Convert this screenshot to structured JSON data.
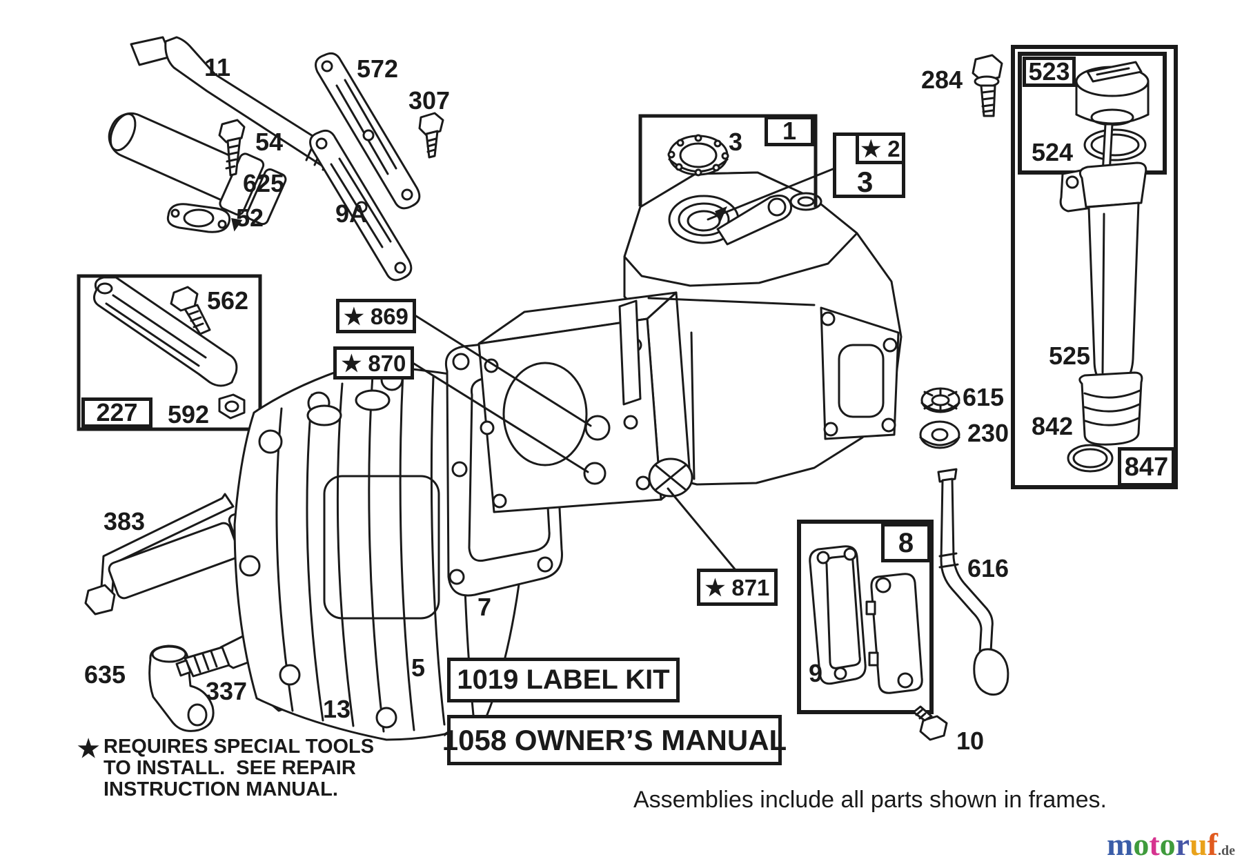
{
  "canvas": {
    "background": "#ffffff",
    "ink": "#1a1a1a"
  },
  "labels": {
    "p11": "11",
    "p54": "54",
    "p625": "625",
    "p52": "52",
    "p572": "572",
    "p9a": "9A",
    "p307": "307",
    "p562": "562",
    "b227": "227",
    "p592": "592",
    "p383": "383",
    "p635": "635",
    "p337": "337",
    "p13": "13",
    "p5": "5",
    "p7": "7",
    "b1": "1",
    "b2": "★ 2",
    "b3": "3",
    "p3": "3",
    "b869": "★ 869",
    "b870": "★ 870",
    "b871": "★ 871",
    "p284": "284",
    "b523": "523",
    "p524": "524",
    "p525": "525",
    "p842": "842",
    "b847": "847",
    "p615": "615",
    "p230": "230",
    "p616": "616",
    "b8": "8",
    "p9": "9",
    "p10": "10"
  },
  "legend": {
    "star": "★",
    "note_line1": "REQUIRES SPECIAL TOOLS",
    "note_line2": "TO INSTALL.  SEE REPAIR",
    "note_line3": "INSTRUCTION MANUAL.",
    "assemblies_note": "Assemblies include all parts shown in frames."
  },
  "boxes": {
    "label_kit": "1019 LABEL KIT",
    "owners_manual": "1058 OWNER’S MANUAL"
  },
  "watermark": {
    "letters": [
      {
        "ch": "m",
        "color": "#3a5da8"
      },
      {
        "ch": "o",
        "color": "#3f9b3c"
      },
      {
        "ch": "t",
        "color": "#d6338f"
      },
      {
        "ch": "o",
        "color": "#3f9b3c"
      },
      {
        "ch": "r",
        "color": "#4656a6"
      },
      {
        "ch": "u",
        "color": "#e9a21b"
      },
      {
        "ch": "f",
        "color": "#e05a1e"
      }
    ],
    "suffix": ".de",
    "suffix_color": "#555555"
  }
}
